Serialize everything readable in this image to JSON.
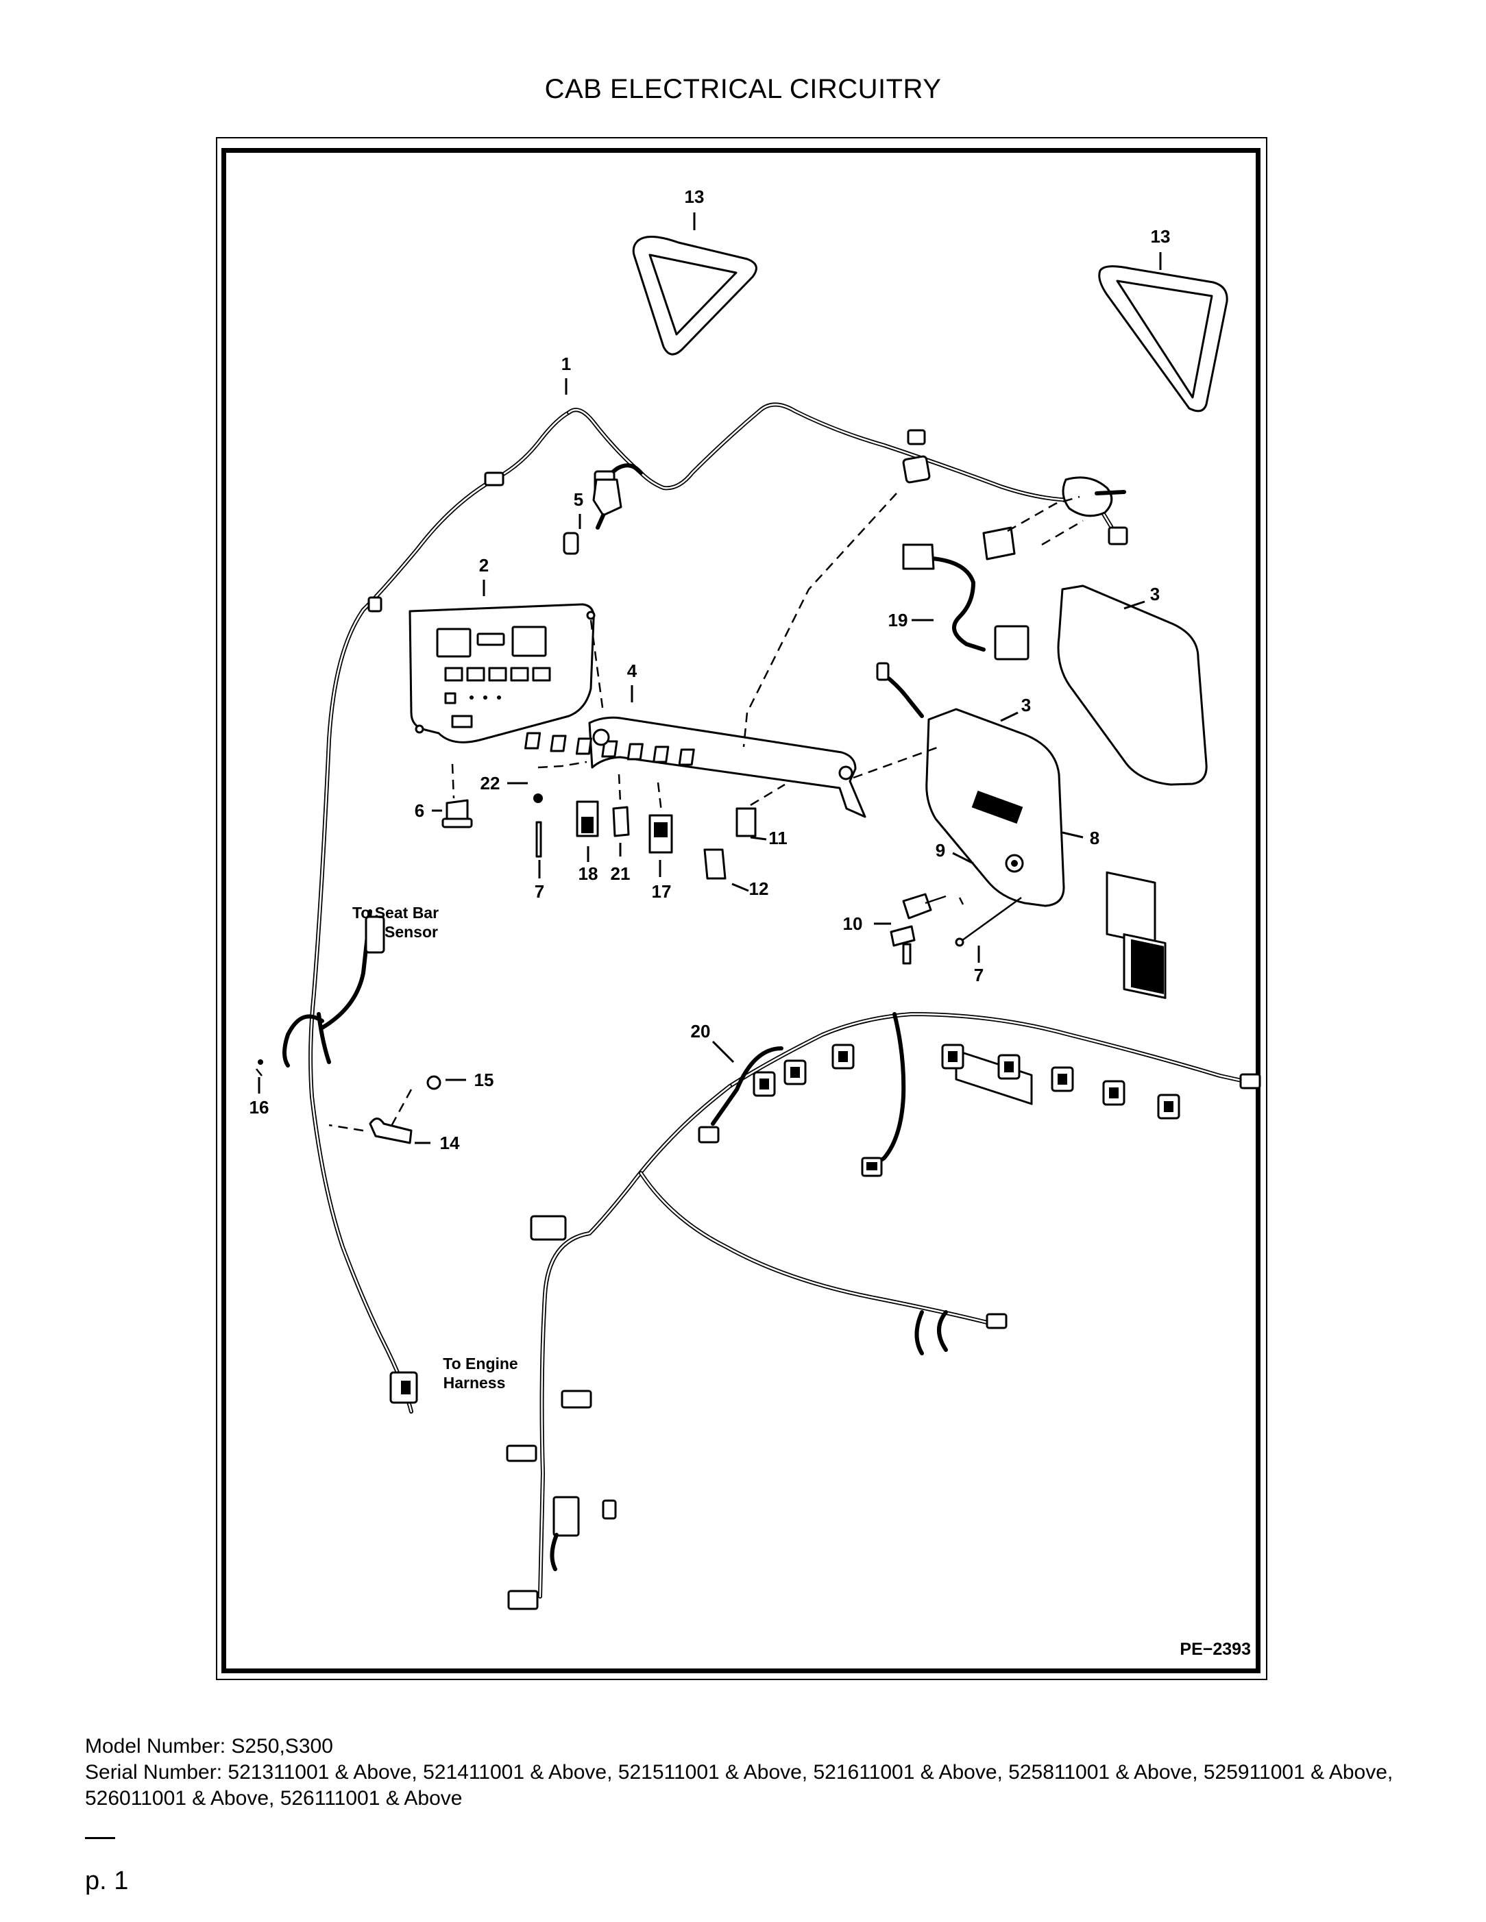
{
  "title": "CAB ELECTRICAL CIRCUITRY",
  "diagram": {
    "figure_id": "PE−2393",
    "callouts": [
      "1",
      "2",
      "3",
      "3",
      "4",
      "5",
      "6",
      "7",
      "7",
      "8",
      "9",
      "10",
      "11",
      "12",
      "13",
      "13",
      "14",
      "15",
      "16",
      "17",
      "18",
      "19",
      "20",
      "21",
      "22"
    ],
    "notes": {
      "seat_bar_line1": "To Seat Bar",
      "seat_bar_line2": "Sensor",
      "engine_line1": "To Engine",
      "engine_line2": "Harness"
    }
  },
  "footer": {
    "model": "Model Number: S250,S300",
    "serial": "Serial Number: 521311001 & Above, 521411001 & Above, 521511001 & Above, 521611001 & Above, 525811001 & Above, 525911001 & Above, 526011001 & Above, 526111001 & Above"
  },
  "page": "p. 1"
}
